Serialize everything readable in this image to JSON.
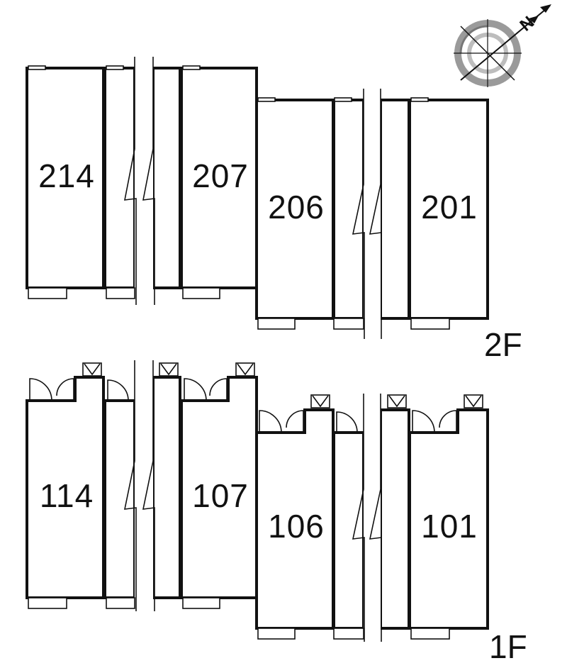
{
  "compass": {
    "north_label": "N",
    "icon": "compass-rose-icon"
  },
  "floors": [
    {
      "label": "2F",
      "rooms": [
        "214",
        "207",
        "206",
        "201"
      ]
    },
    {
      "label": "1F",
      "rooms": [
        "114",
        "107",
        "106",
        "101"
      ]
    }
  ],
  "colors": {
    "wall": "#111111",
    "compass_ring": "#9a9a9a",
    "background": "#ffffff"
  }
}
